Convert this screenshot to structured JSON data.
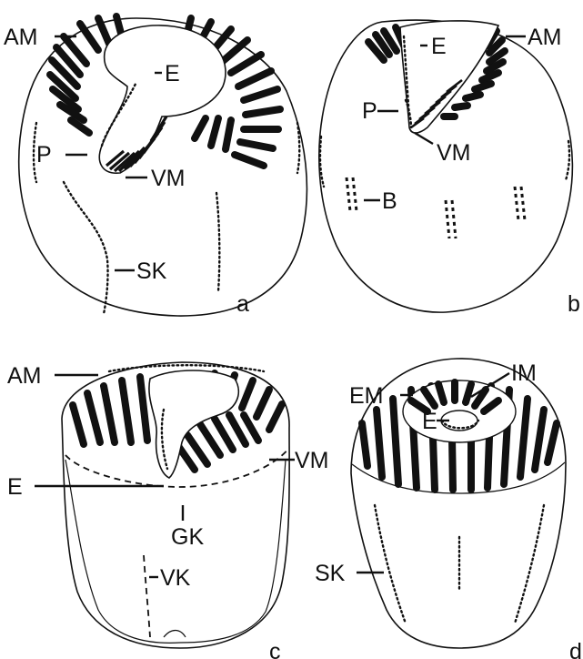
{
  "panels": [
    {
      "id": "a",
      "letter": "a",
      "labels": {
        "am": "AM",
        "e": "E",
        "p": "P",
        "vm": "VM",
        "sk": "SK"
      }
    },
    {
      "id": "b",
      "letter": "b",
      "labels": {
        "e": "E",
        "am": "AM",
        "p": "P",
        "vm": "VM",
        "b": "B"
      }
    },
    {
      "id": "c",
      "letter": "c",
      "labels": {
        "am": "AM",
        "vm": "VM",
        "e": "E",
        "gk": "GK",
        "vk": "VK"
      }
    },
    {
      "id": "d",
      "letter": "d",
      "labels": {
        "em": "EM",
        "im": "IM",
        "e": "E",
        "sk": "SK"
      }
    }
  ]
}
